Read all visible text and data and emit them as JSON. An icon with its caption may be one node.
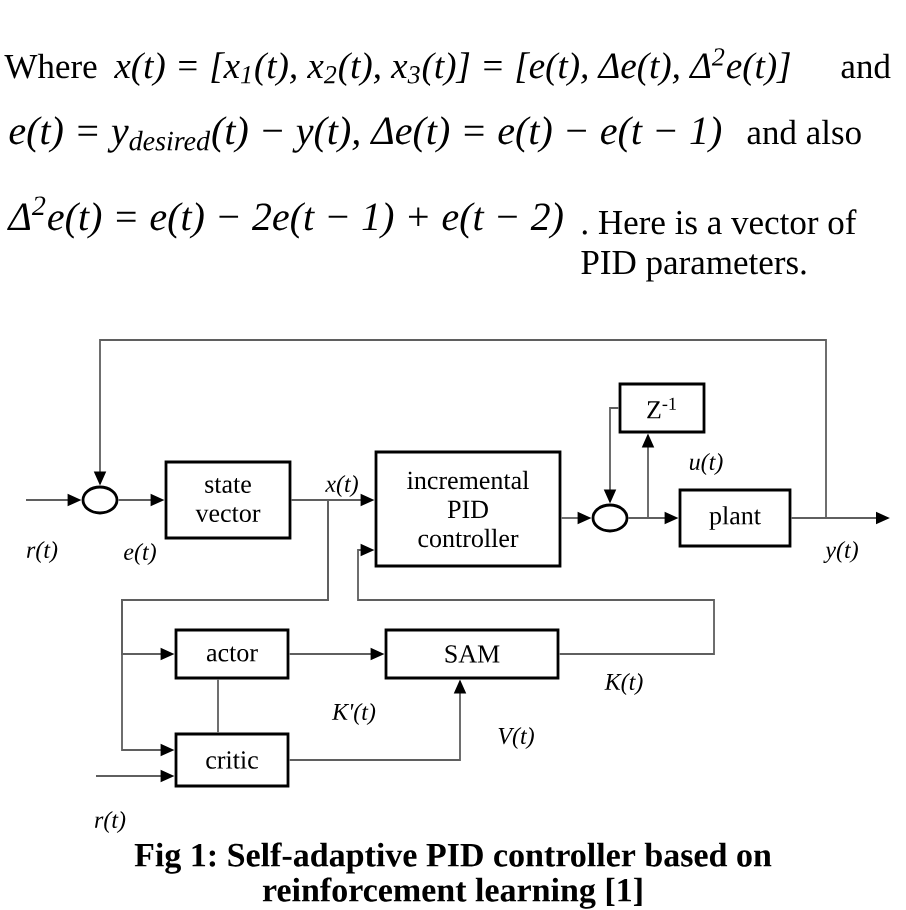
{
  "diagram": {
    "caption": "Fig 1: Self-adaptive PID controller based on reinforcement learning [1]",
    "nodes": [
      {
        "text": [
          "Z$^{-1}$"
        ]
      },
      {
        "text": [],
        "shape": "circle"
      },
      {
        "text": [
          "state vector"
        ]
      },
      {
        "text": [
          "incremental PID controller"
        ]
      },
      {
        "text": [],
        "shape": "circle"
      },
      {
        "text": [
          "plant"
        ]
      },
      {
        "text": [
          "actor"
        ]
      },
      {
        "text": [
          "SAM"
        ]
      },
      {
        "text": [
          "critic"
        ]
      }
    ],
    "edges": [
      {
        "from": null,
        "to": 1,
        "arrow": "to",
        "label": "r(t)"
      },
      {
        "from": 1,
        "to": 2,
        "arrow": "to",
        "label": "e(t)"
      },
      {
        "from": 2,
        "to": 3,
        "arrow": "to",
        "label": "x(t)"
      },
      {
        "from": 3,
        "to": 4,
        "arrow": "to"
      },
      {
        "from": 4,
        "to": 5,
        "arrow": "to",
        "label": "u(t)"
      },
      {
        "from": 4,
        "to": 0,
        "arrow": "to"
      },
      {
        "from": 0,
        "to": 4,
        "arrow": "to"
      },
      {
        "from": 5,
        "to": null,
        "arrow": "to",
        "label": "y(t)"
      },
      {
        "from": 5,
        "to": 1,
        "arrow": "to"
      },
      {
        "from": 2,
        "to": 6,
        "arrow": "to"
      },
      {
        "from": 2,
        "to": 8,
        "arrow": "to"
      },
      {
        "from": null,
        "to": 8,
        "arrow": "to",
        "label": "r(t)"
      },
      {
        "from": 6,
        "to": 7,
        "arrow": "to",
        "label": "K'(t)"
      },
      {
        "from": 8,
        "to": 7,
        "arrow": "to",
        "label": "V(t)"
      },
      {
        "from": 7,
        "to": 3,
        "arrow": "to",
        "label": "K(t)"
      },
      {
        "from": 6,
        "to": 8,
        "arrow": "none"
      }
    ],
    "labels": [
      "Where",
      "x(t) = [x$_{1}$(t), x$_{2}$(t), x$_{3}$(t)] = [e(t), Δe(t), Δ$^{2}$e(t)]",
      "and",
      "e(t) = y$_{desired}$(t) − y(t), Δe(t) = e(t) − e(t − 1)",
      "and also",
      "Δ$^{2}$e(t) = e(t) − 2e(t − 1) + e(t − 2)",
      ". Here is a vector of PID parameters."
    ]
  }
}
